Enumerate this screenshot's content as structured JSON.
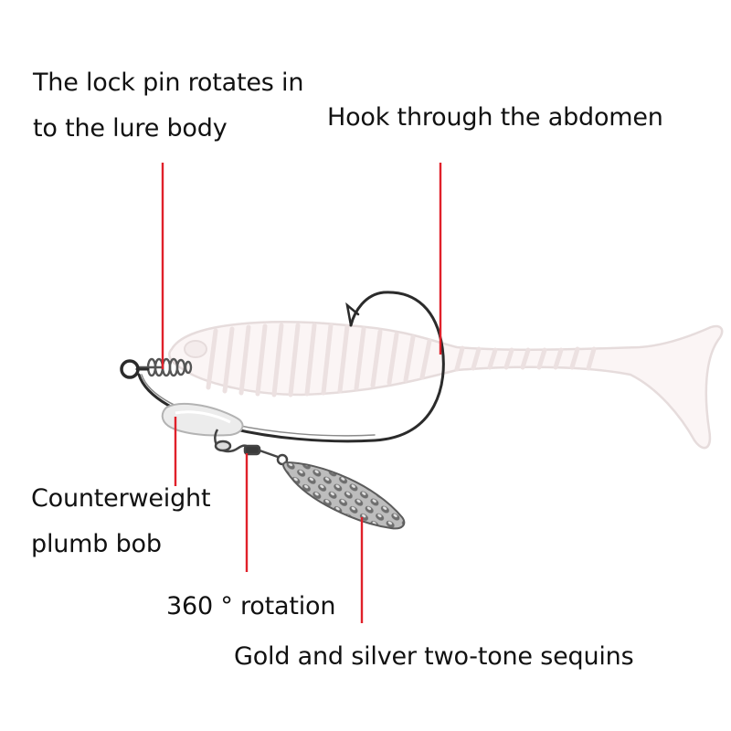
{
  "labels": {
    "lock_pin": {
      "line1": "The lock pin rotates in",
      "line2": "to the lure body"
    },
    "hook": "Hook through the abdomen",
    "counterweight": {
      "line1": "Counterweight",
      "line2": "plumb bob"
    },
    "rotation": "360 ° rotation",
    "sequins": "Gold and silver two-tone sequins"
  },
  "colors": {
    "pointer": "#e0202a",
    "lure_fill": "#fbf5f5",
    "lure_outline": "#e6dcdc",
    "hook": "#2b2b2b",
    "spinner": "#9a9a9a"
  }
}
